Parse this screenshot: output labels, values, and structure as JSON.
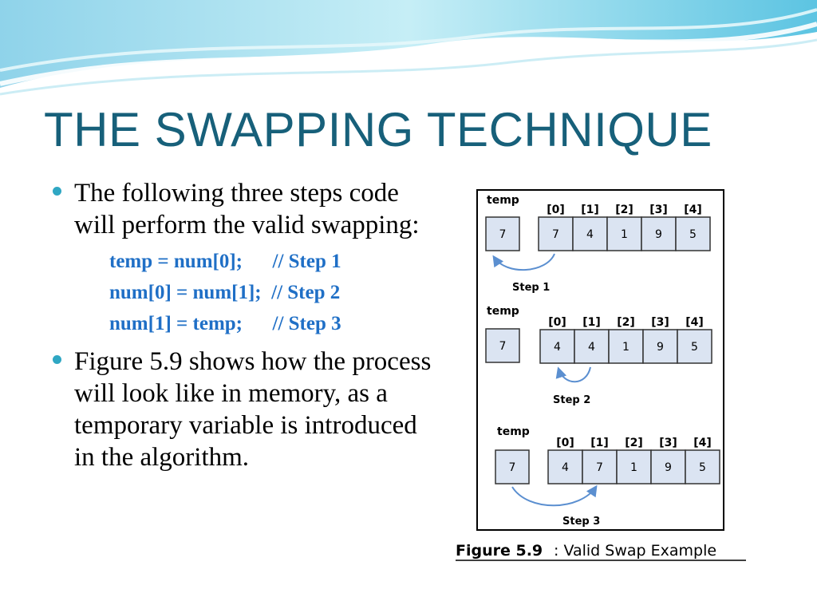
{
  "slide": {
    "title": "THE SWAPPING TECHNIQUE",
    "bullets": [
      "The following three steps code will perform the valid swapping:",
      "Figure 5.9 shows how the process will look like in memory, as a temporary variable is introduced in the algorithm."
    ],
    "code": [
      "temp = num[0];      // Step 1",
      "num[0] = num[1];  // Step 2",
      "num[1] = temp;      // Step 3"
    ]
  },
  "figure": {
    "temp_label": "temp",
    "index_labels": [
      "[0]",
      "[1]",
      "[2]",
      "[3]",
      "[4]"
    ],
    "panels": [
      {
        "temp_value": "7",
        "array": [
          "7",
          "4",
          "1",
          "9",
          "5"
        ],
        "step_label": "Step 1"
      },
      {
        "temp_value": "7",
        "array": [
          "4",
          "4",
          "1",
          "9",
          "5"
        ],
        "step_label": "Step 2"
      },
      {
        "temp_value": "7",
        "array": [
          "4",
          "7",
          "1",
          "9",
          "5"
        ],
        "step_label": "Step 3"
      }
    ],
    "caption_bold": "Figure 5.9",
    "caption_rest": ": Valid Swap Example"
  },
  "colors": {
    "title": "#17607a",
    "bullet_dot": "#2fa7c3",
    "code": "#1f6fc6",
    "cell_fill": "#dbe4f2",
    "arrow": "#5b8fd0"
  }
}
